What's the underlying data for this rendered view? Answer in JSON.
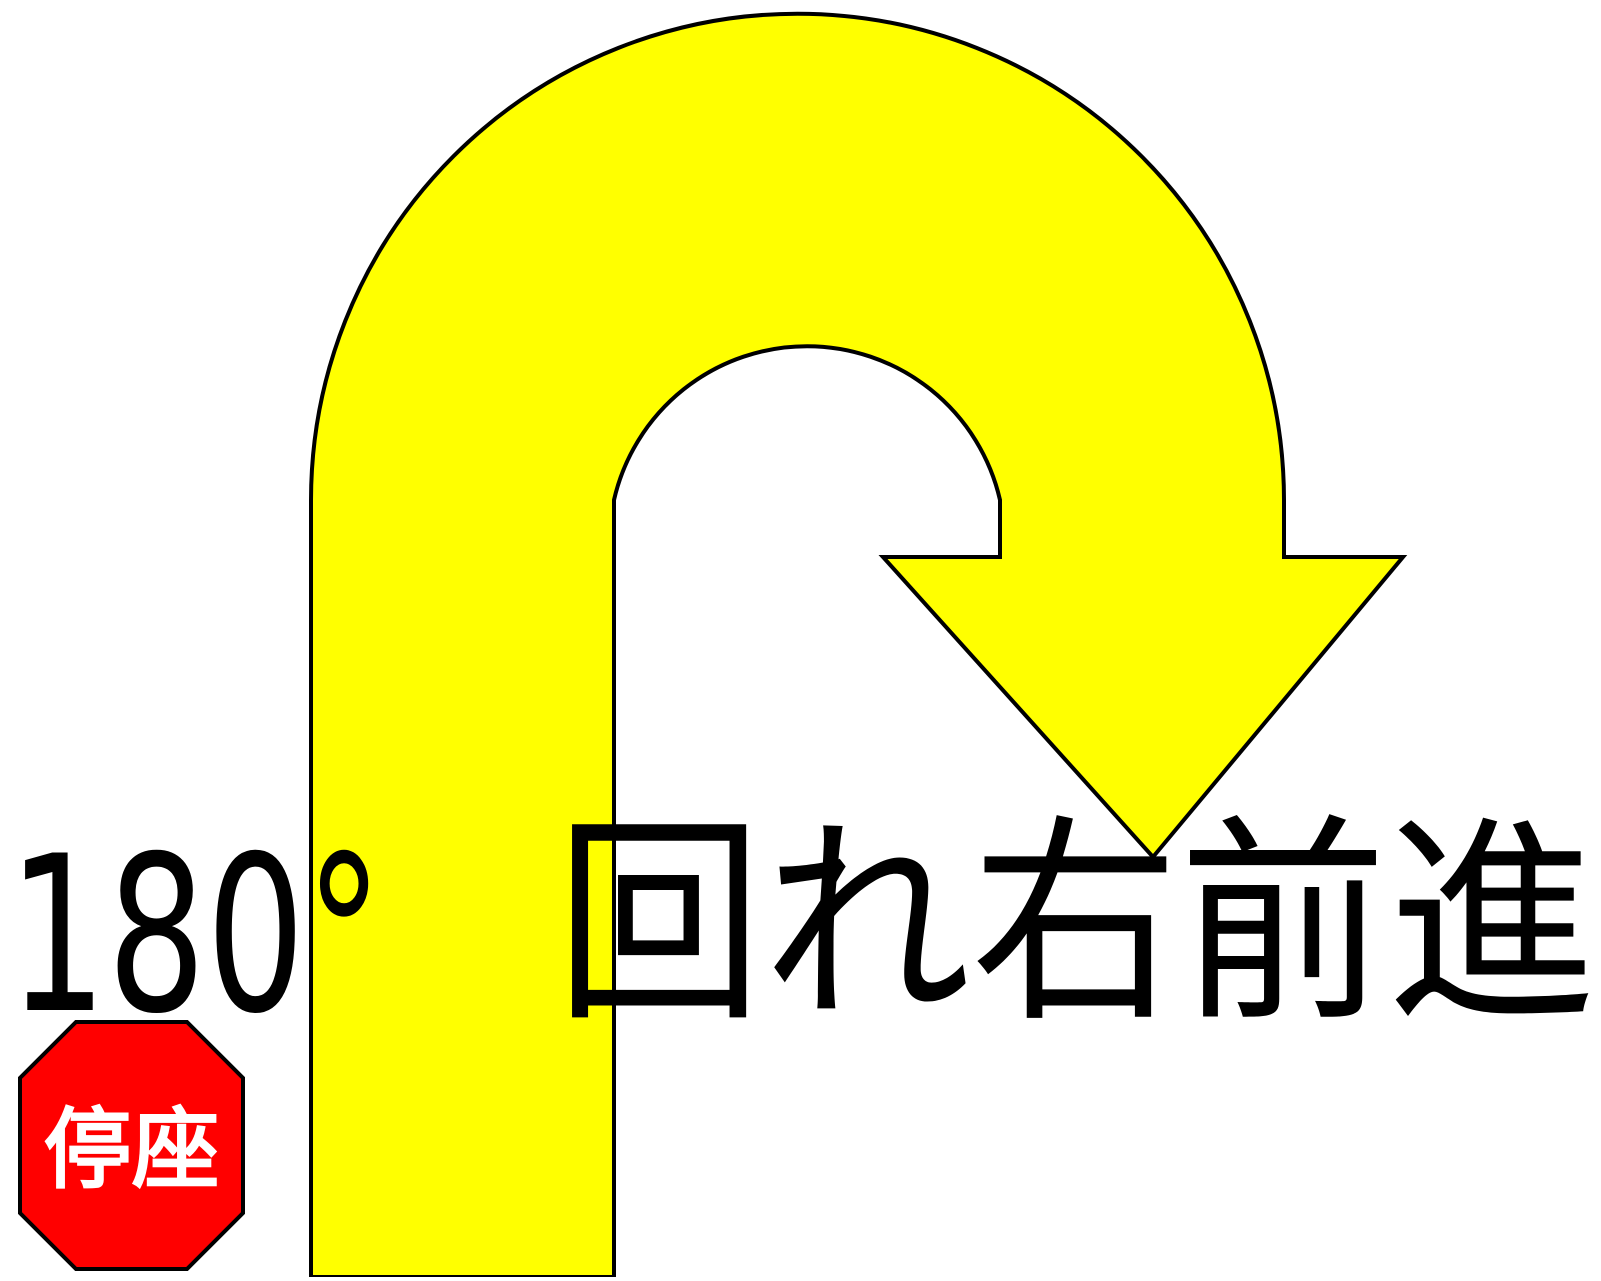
{
  "sign": {
    "angle_label": "180°",
    "instruction_label": "回れ右前進",
    "stop_badge_label": "停座",
    "colors": {
      "arrow_fill": "#ffff00",
      "outline": "#000000",
      "stop_badge_fill": "#ff0000",
      "stop_badge_text": "#ffffff",
      "text": "#000000",
      "background": "#ffffff"
    },
    "icons": {
      "arrow": "u-turn-right-arrow-icon",
      "badge": "stop-octagon-icon"
    }
  }
}
